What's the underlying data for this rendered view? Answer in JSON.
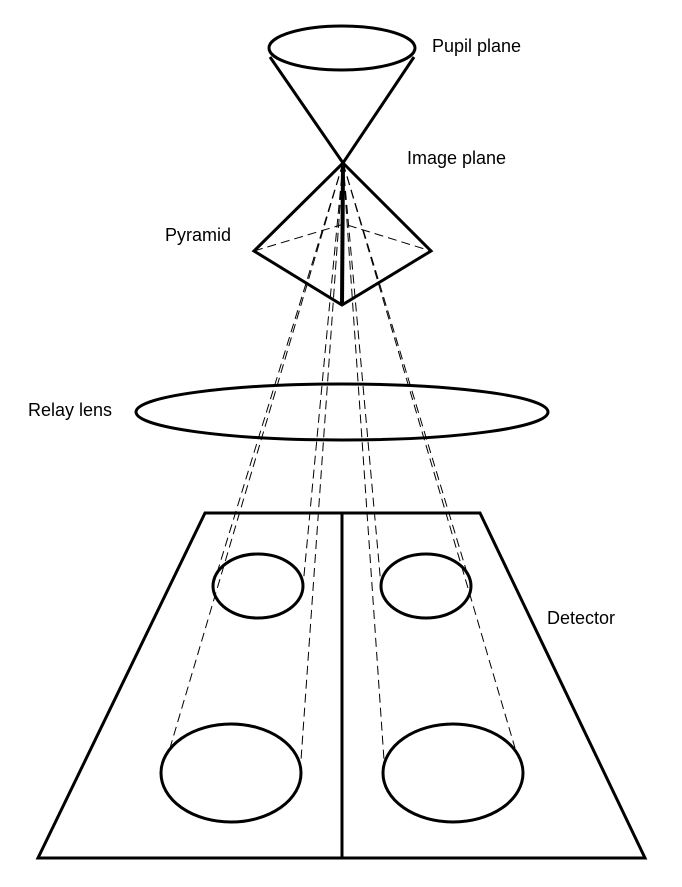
{
  "labels": {
    "pupil_plane": "Pupil plane",
    "image_plane": "Image plane",
    "pyramid": "Pyramid",
    "relay_lens": "Relay lens",
    "detector": "Detector"
  }
}
